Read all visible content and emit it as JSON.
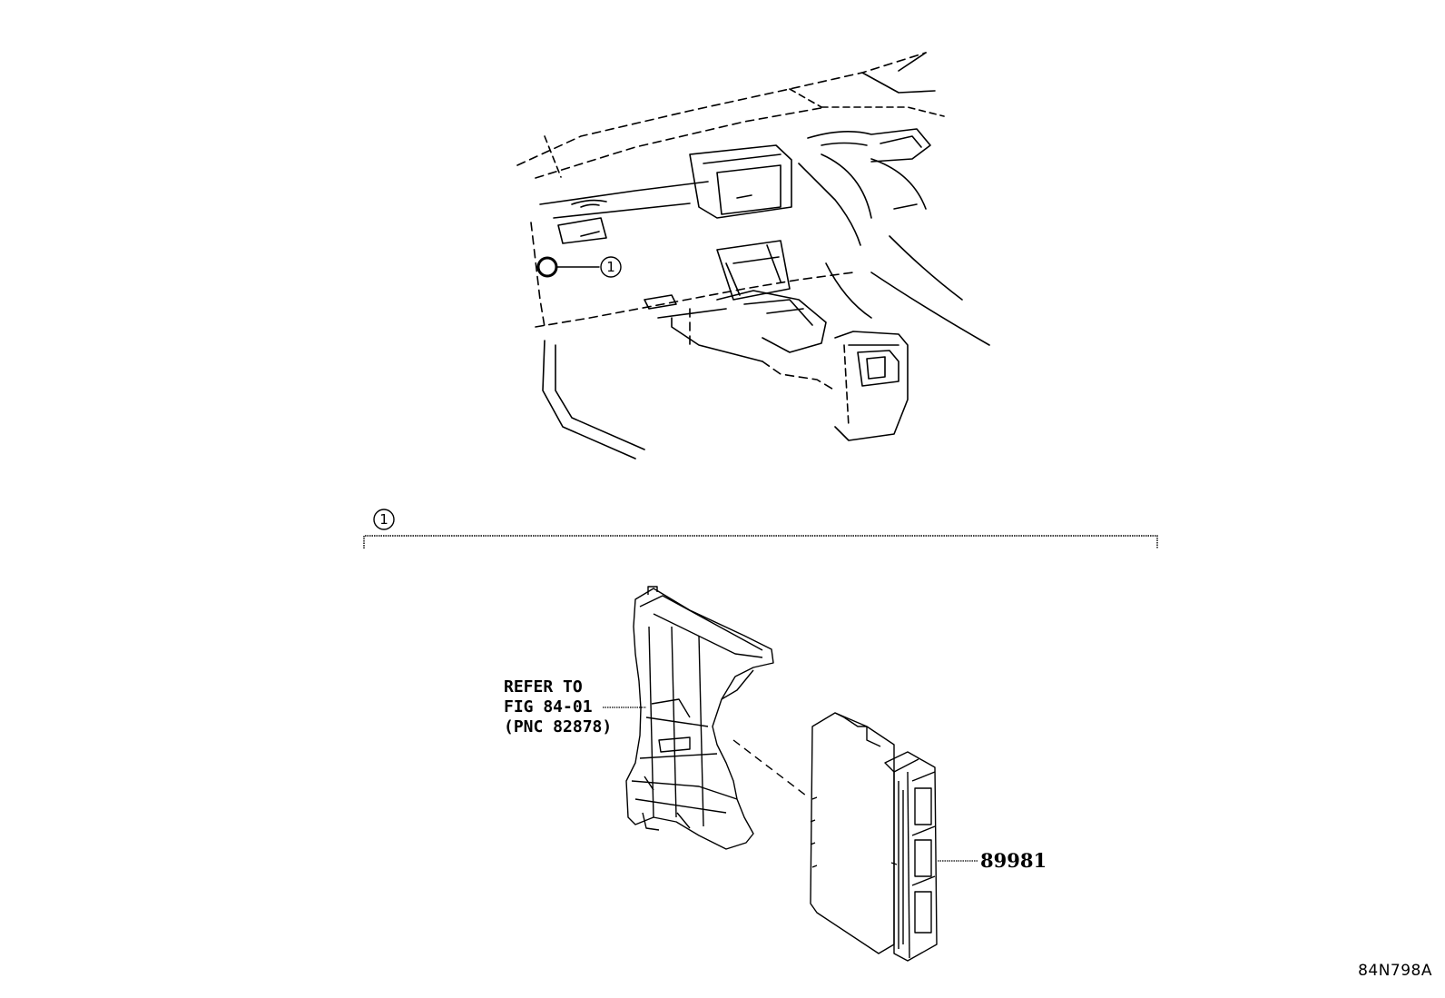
{
  "callout_marker": "1",
  "section": {
    "marker": "1"
  },
  "reference_note": {
    "lines": [
      "REFER TO",
      "FIG 84-01",
      "(PNC 82878)"
    ]
  },
  "part_number": "89981",
  "figure_code": "84N798A"
}
